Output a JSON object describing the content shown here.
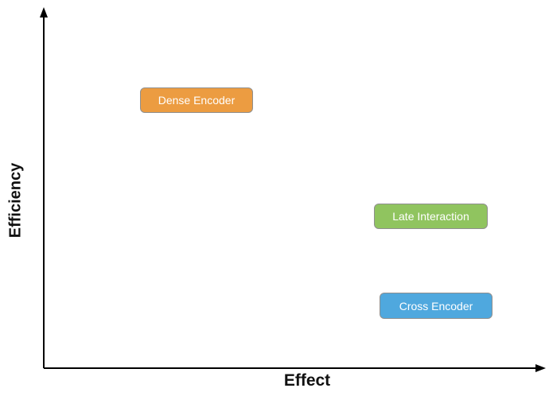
{
  "figure": {
    "background": "#ffffff",
    "axis_color": "#000000"
  },
  "chart_data": {
    "type": "scatter",
    "title": "",
    "xlabel": "Effect",
    "ylabel": "Efficiency",
    "axis_ticks": "none (qualitative axes with arrowheads)",
    "xlim": [
      0,
      1
    ],
    "ylim": [
      0,
      1
    ],
    "points": [
      {
        "label": "Dense Encoder",
        "x": 0.3,
        "y": 0.75,
        "color": "#EC9C41"
      },
      {
        "label": "Late Interaction",
        "x": 0.77,
        "y": 0.42,
        "color": "#90C45F"
      },
      {
        "label": "Cross Encoder",
        "x": 0.78,
        "y": 0.18,
        "color": "#4FA8DE"
      }
    ],
    "point_style": "rounded rectangle label boxes with gray border and white text",
    "border_color": "#8f8f8f",
    "text_color": "#ffffff"
  }
}
